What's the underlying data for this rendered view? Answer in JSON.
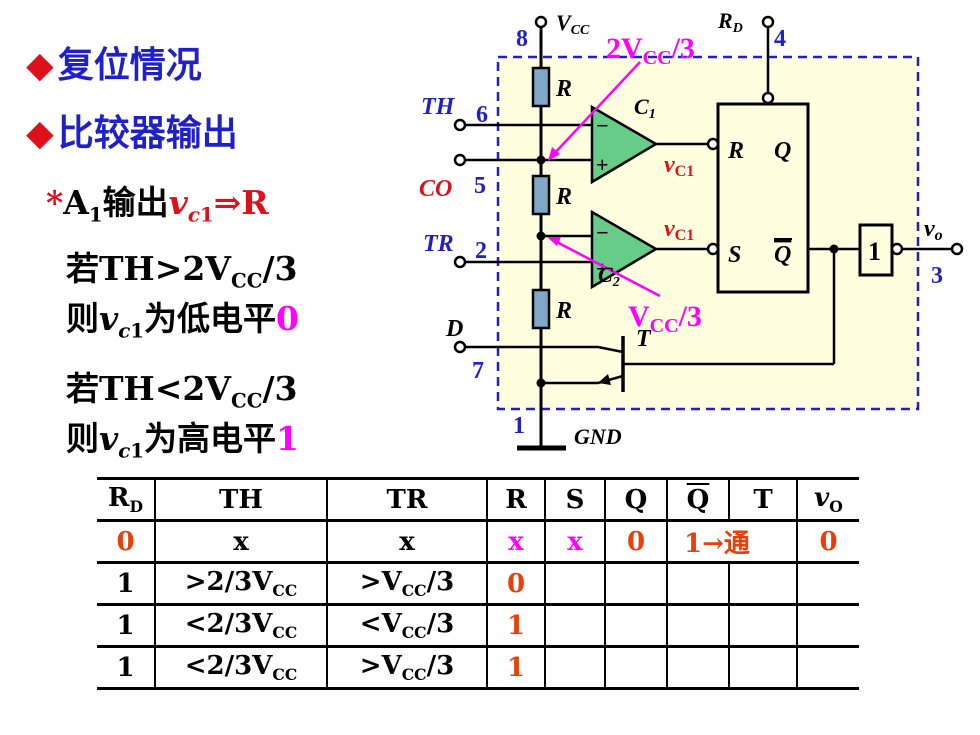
{
  "left": {
    "bullet1": "复位情况",
    "bullet2": "比较器输出",
    "star": "*",
    "a1_line": "A1输出vc1⇒R",
    "cond1": "若TH>2VCC/3",
    "res1_pre": "则vc1为低电平",
    "res1_val": "0",
    "cond2": "若TH<2VCC/3",
    "res2_pre": "则vc1为高电平",
    "res2_val": "1"
  },
  "circuit": {
    "vcc_label": "VCC",
    "pin8": "8",
    "rd_label": "RD",
    "pin4": "4",
    "ref_high": "2VCC/3",
    "ref_low": "VCC/3",
    "r_label": "R",
    "th_label": "TH",
    "pin6": "6",
    "co_label": "CO",
    "pin5": "5",
    "tr_label": "TR",
    "pin2": "2",
    "d_label": "D",
    "pin7": "7",
    "c1_label": "C1",
    "c2_label": "C2",
    "vc1_label": "vC1",
    "vc2_label": "vC1",
    "ff_r": "R",
    "ff_q": "Q",
    "ff_s": "S",
    "ff_qbar": "Q",
    "t_label": "T",
    "inv_label": "1",
    "vo_label": "vo",
    "pin3": "3",
    "pin1": "1",
    "gnd_label": "GND"
  },
  "table": {
    "headers": [
      "RD",
      "TH",
      "TR",
      "R",
      "S",
      "Q",
      "Q",
      "T",
      "vO"
    ],
    "rows": [
      [
        "0",
        "x",
        "x",
        "x",
        "x",
        "0",
        "1→通",
        "",
        "0"
      ],
      [
        "1",
        ">2/3VCC",
        ">VCC/3",
        "0",
        "",
        "",
        "",
        "",
        ""
      ],
      [
        "1",
        "<2/3VCC",
        "<VCC/3",
        "1",
        "",
        "",
        "",
        "",
        ""
      ],
      [
        "1",
        "<2/3VCC",
        ">VCC/3",
        "1",
        "",
        "",
        "",
        "",
        ""
      ]
    ]
  },
  "colors": {
    "blue": "#2020c8",
    "red": "#e0101a",
    "magenta": "#ff00ff",
    "orange": "#e8400a",
    "green": "#66cc88",
    "box_bg": "#ffffe0"
  }
}
